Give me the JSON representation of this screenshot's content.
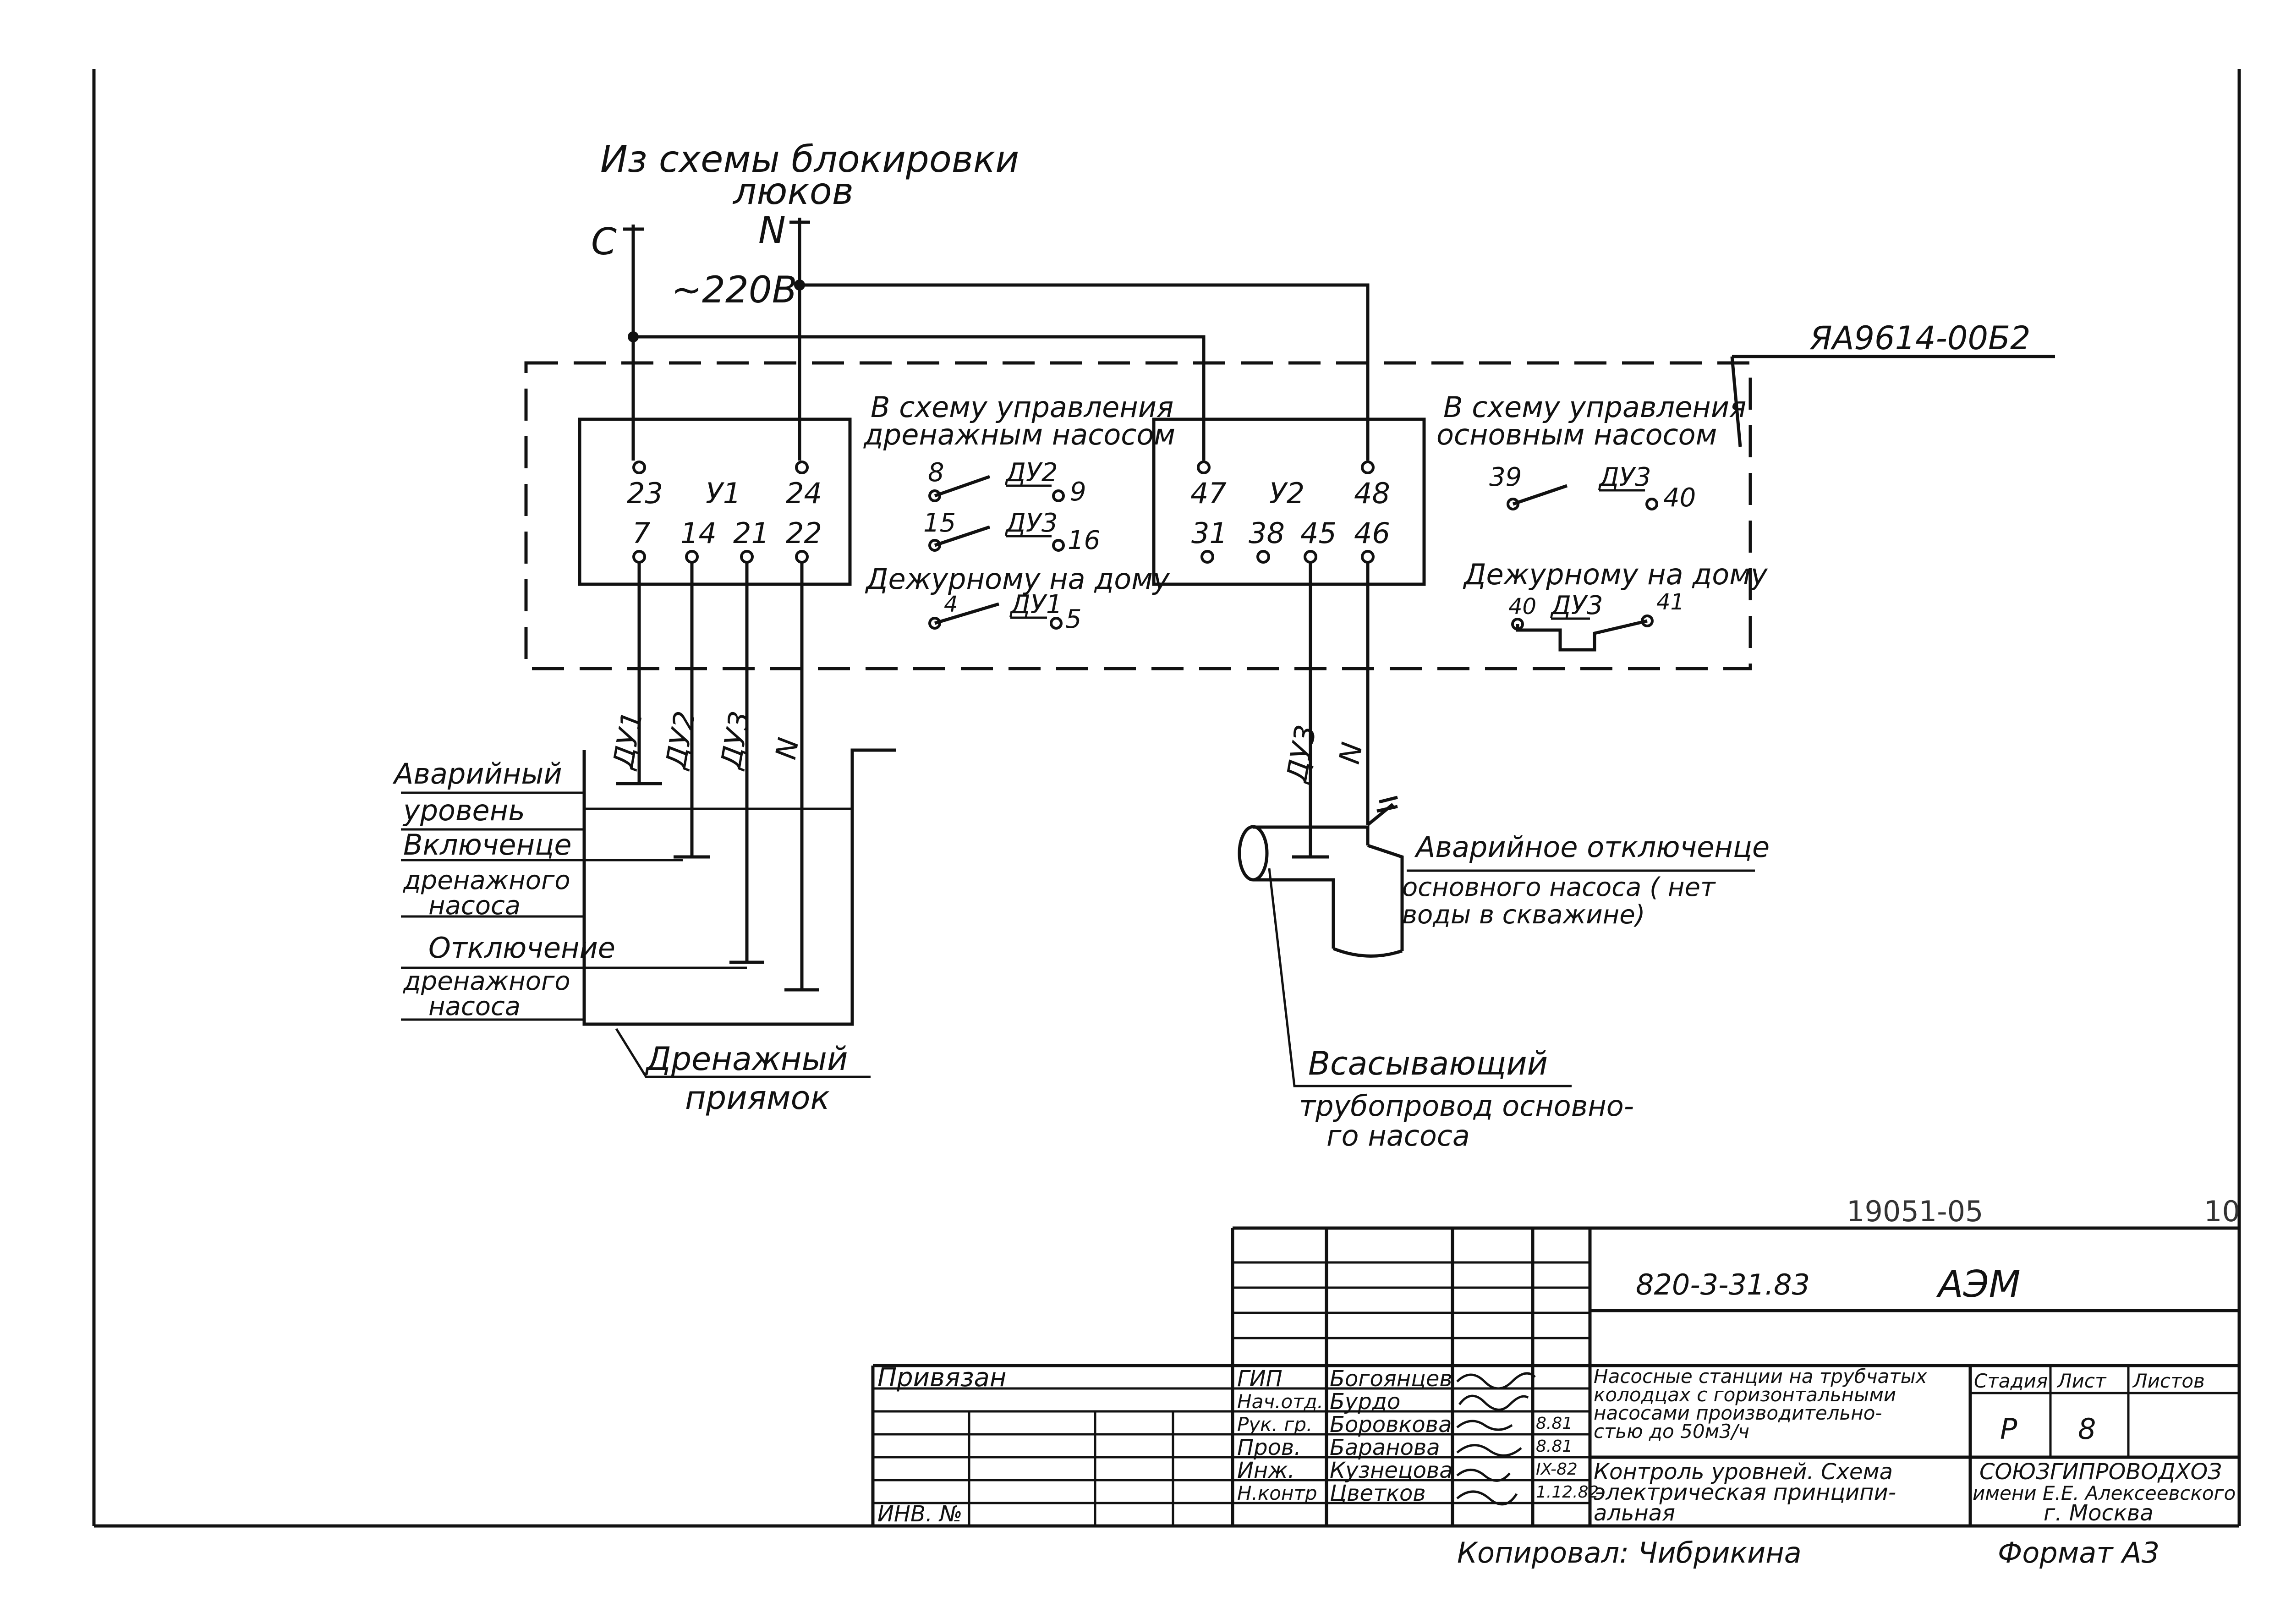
{
  "source": {
    "line1": "Из схемы блокировки",
    "line2": "люков",
    "phase": "С",
    "neutral": "N",
    "voltage": "~220В"
  },
  "panel": {
    "code": "ЯА9614-00Б2",
    "u1": {
      "name": "У1",
      "top": [
        "23",
        "24"
      ],
      "bottom": [
        "7",
        "14",
        "21",
        "22"
      ]
    },
    "u2": {
      "name": "У2",
      "top": [
        "47",
        "48"
      ],
      "bottom": [
        "31",
        "38",
        "45",
        "46"
      ]
    },
    "drain_title": [
      "В схему управления",
      "дренажным насосом"
    ],
    "drain_contacts": [
      {
        "a": "8",
        "label": "ДУ2",
        "b": "9"
      },
      {
        "a": "15",
        "label": "ДУ3",
        "b": "16"
      }
    ],
    "duty_title": "Дежурному на дому",
    "duty_left": {
      "a": "4",
      "label": "ДУ1",
      "b": "5"
    },
    "main_title": [
      "В схему управления",
      "основным насосом"
    ],
    "main_contact": {
      "a": "39",
      "label": "ДУ3",
      "b": "40"
    },
    "duty_right": {
      "a": "40",
      "label": "ДУ3",
      "b": "41"
    }
  },
  "wires": {
    "left": [
      "ДУ1",
      "ДУ2",
      "ДУ3",
      "N"
    ],
    "right": [
      "ДУ3",
      "N"
    ]
  },
  "sump": {
    "levels": [
      "Аварийный",
      "уровень",
      "Включенце",
      "дренажного",
      "насоса",
      "Отключение",
      "дренажного",
      "насоса"
    ],
    "name": [
      "Дренажный",
      "приямок"
    ]
  },
  "pipe": {
    "alarm": [
      "Аварийное отключенце",
      "основного насоса ( нет",
      "воды в скважине)"
    ],
    "suction": [
      "Всасывающий",
      "трубопровод основно-",
      "го насоса"
    ]
  },
  "stamp": {
    "archive": "19051-05",
    "page_corner": "10",
    "doc_code": "820-3-31.83",
    "mark": "АЭМ",
    "bound": "Привязан",
    "inv": "ИНВ. №",
    "roles": [
      "ГИП",
      "Нач.отд.",
      "Рук. гр.",
      "Пров.",
      "Инж.",
      "Н.контр"
    ],
    "names": [
      "Богоянцев",
      "Бурдо",
      "Боровкова",
      "Баранова",
      "Кузнецова",
      "Цветков"
    ],
    "dates": [
      "",
      "",
      "8.81",
      "8.81",
      "IX-82",
      "1.12.82"
    ],
    "title1": [
      "Насосные станции на трубчатых",
      "колодцах с горизонтальными",
      "насосами производительно-",
      "стью до 50м3/ч"
    ],
    "title2": [
      "Контроль уровней. Схема",
      "электрическая принципи-",
      "альная"
    ],
    "stage_h": "Стадия",
    "sheet_h": "Лист",
    "sheets_h": "Листов",
    "stage": "Р",
    "sheet": "8",
    "sheets": "",
    "org": [
      "СОЮЗГИПРОВОДХОЗ",
      "имени Е.Е. Алексеевского",
      "г. Москва"
    ],
    "copied": "Копировал: Чибрикина",
    "format": "Формат А3"
  }
}
